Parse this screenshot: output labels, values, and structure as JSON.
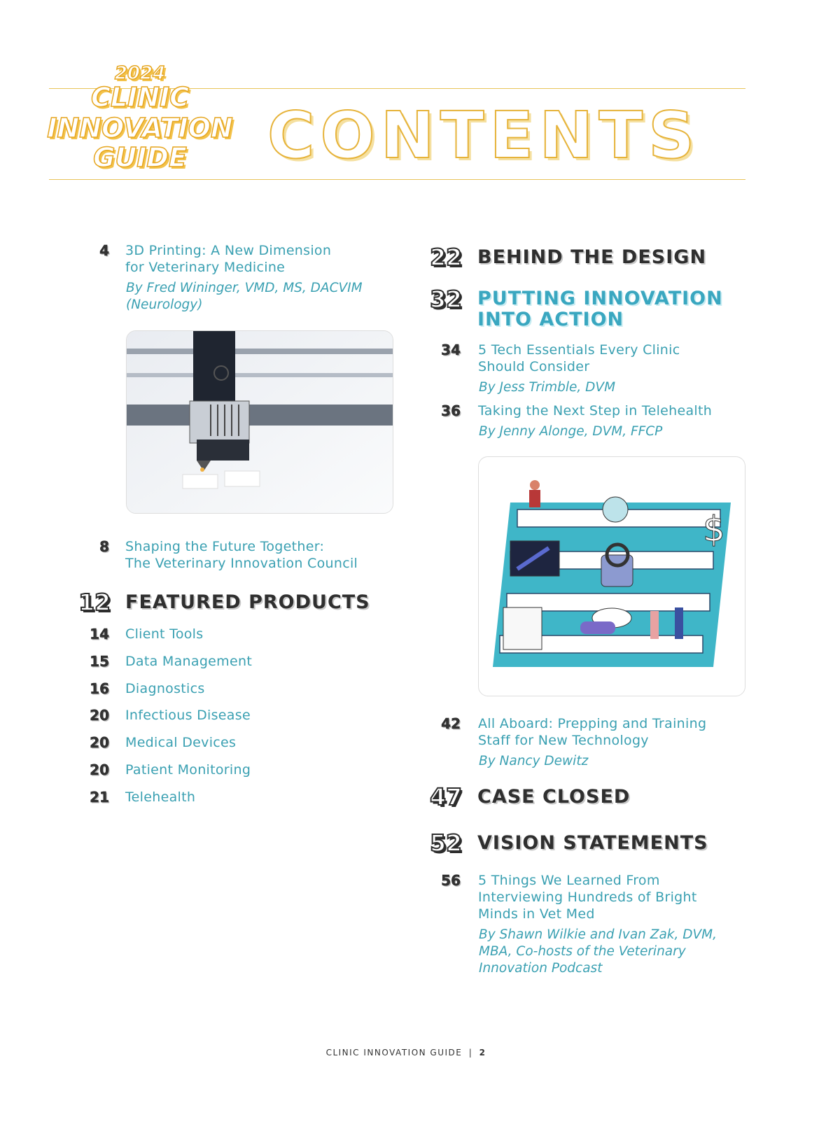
{
  "logo": {
    "year": "2024",
    "line1": "CLINIC",
    "line2": "INNOVATION",
    "line3": "GUIDE"
  },
  "heading": "CONTENTS",
  "left": {
    "article1": {
      "page": "4",
      "title1": "3D Printing: A New Dimension",
      "title2": "for Veterinary Medicine",
      "by1": "By Fred Wininger, VMD, MS, DACVIM",
      "by2": "(Neurology)"
    },
    "article2": {
      "page": "8",
      "title1": "Shaping the Future Together:",
      "title2": "The Veterinary Innovation Council"
    },
    "featured": {
      "page": "12",
      "label": "FEATURED PRODUCTS"
    },
    "products": [
      {
        "page": "14",
        "label": "Client Tools"
      },
      {
        "page": "15",
        "label": "Data Management"
      },
      {
        "page": "16",
        "label": "Diagnostics"
      },
      {
        "page": "20",
        "label": "Infectious Disease"
      },
      {
        "page": "20",
        "label": "Medical Devices"
      },
      {
        "page": "20",
        "label": "Patient Monitoring"
      },
      {
        "page": "21",
        "label": "Telehealth"
      }
    ]
  },
  "right": {
    "behind": {
      "page": "22",
      "label": "BEHIND THE DESIGN"
    },
    "putting": {
      "page": "32",
      "label1": "PUTTING INNOVATION",
      "label2": "INTO ACTION"
    },
    "a34": {
      "page": "34",
      "title1": "5 Tech Essentials Every Clinic",
      "title2": "Should Consider",
      "by": "By Jess Trimble, DVM"
    },
    "a36": {
      "page": "36",
      "title": "Taking the Next Step in Telehealth",
      "by": "By Jenny Alonge, DVM, FFCP"
    },
    "a42": {
      "page": "42",
      "title1": "All Aboard: Prepping and Training",
      "title2": "Staff for New Technology",
      "by": "By Nancy Dewitz"
    },
    "case": {
      "page": "47",
      "label": "CASE CLOSED"
    },
    "vision": {
      "page": "52",
      "label": "VISION STATEMENTS"
    },
    "a56": {
      "page": "56",
      "title1": "5 Things We Learned From",
      "title2": "Interviewing Hundreds of Bright",
      "title3": "Minds in Vet Med",
      "by1": "By Shawn Wilkie and Ivan Zak, DVM,",
      "by2": "MBA, Co-hosts of the Veterinary",
      "by3": "Innovation Podcast"
    }
  },
  "footer": {
    "publication": "CLINIC INNOVATION GUIDE",
    "page": "2"
  }
}
